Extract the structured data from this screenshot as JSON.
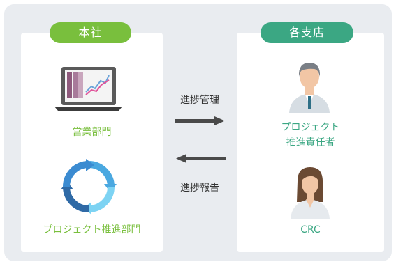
{
  "left": {
    "header": "本社",
    "items": [
      "営業部門",
      "プロジェクト推進部門"
    ]
  },
  "right": {
    "header": "各支店",
    "items": [
      {
        "line1": "プロジェクト",
        "line2": "推進責任者"
      },
      {
        "line1": "CRC"
      }
    ]
  },
  "flows": {
    "forward": "進捗管理",
    "backward": "進捗報告"
  },
  "colors": {
    "green": "#79bf3d",
    "teal": "#3ba783",
    "background": "#e9ecf0"
  },
  "icons": [
    "laptop-chart-icon",
    "cycle-arrows-icon",
    "male-doctor-icon",
    "female-staff-icon",
    "arrow-right-icon",
    "arrow-left-icon"
  ]
}
